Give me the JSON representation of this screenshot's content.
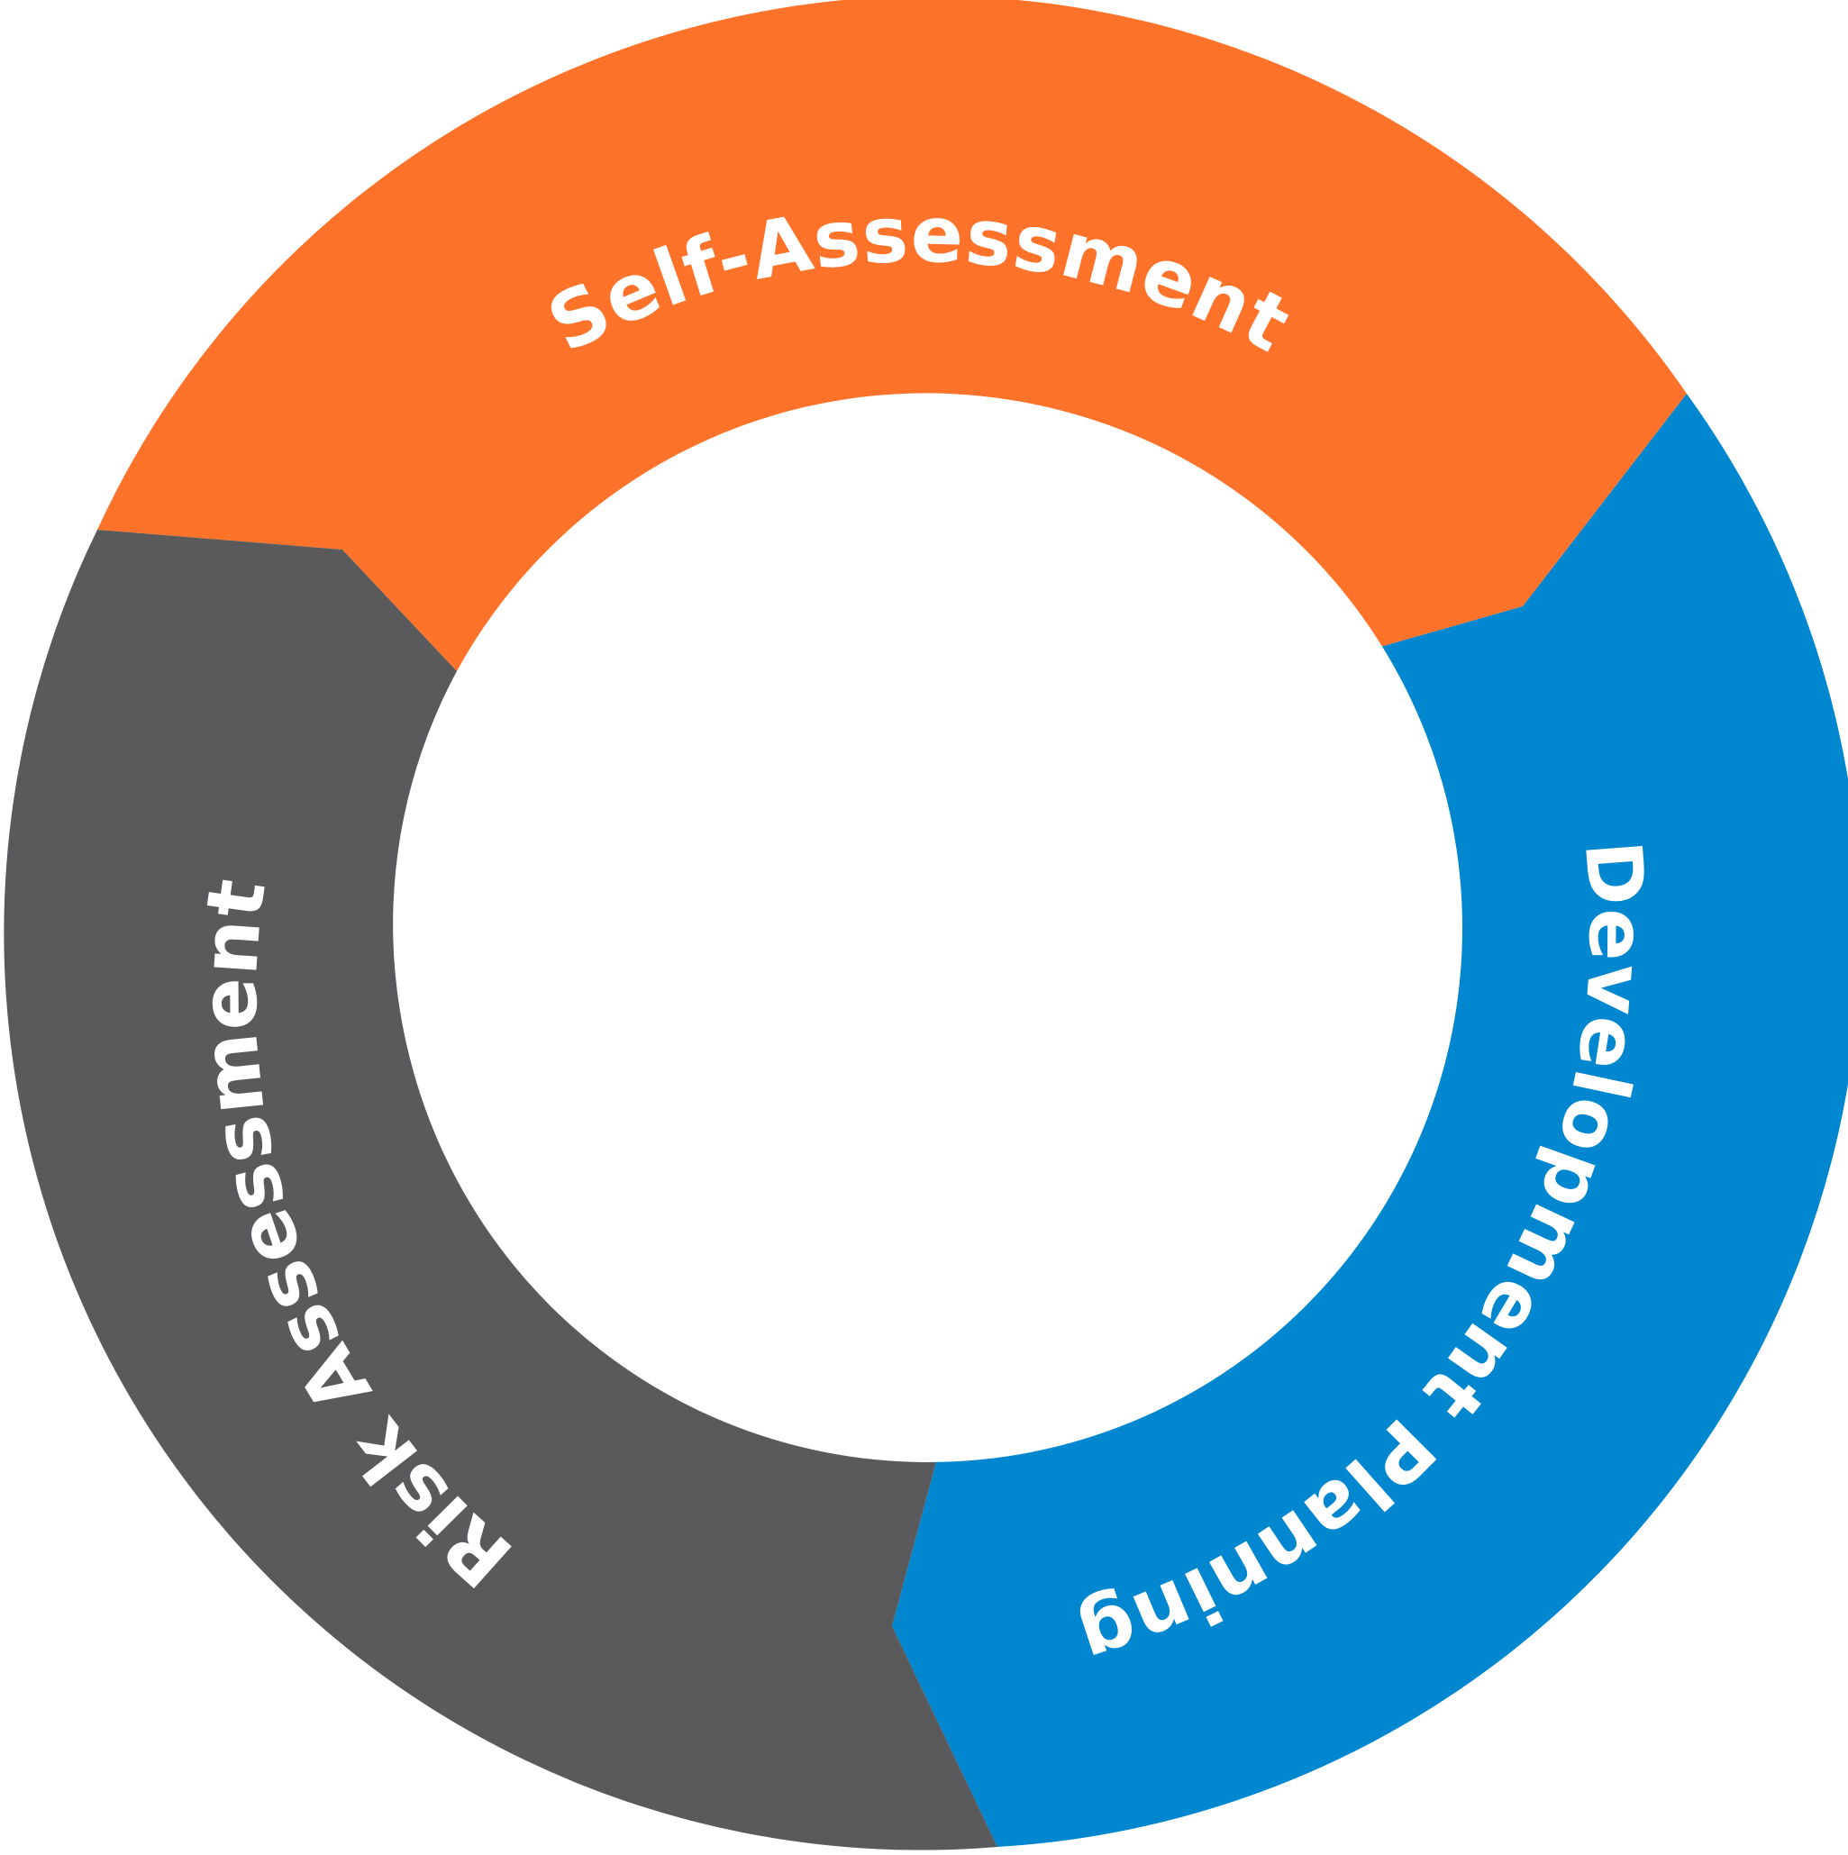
{
  "diagram": {
    "type": "cycle-ring",
    "segments": [
      {
        "id": "self-assessment",
        "label": "Self-Assessment",
        "color": "#FF7229"
      },
      {
        "id": "development-planning",
        "label": "Development Planning",
        "color": "#0087D0"
      },
      {
        "id": "risk-assessment",
        "label": "Risk Assessment",
        "color": "#5A5A5C"
      }
    ],
    "center_color": "#FFFFFF",
    "label_color": "#FFFFFF"
  }
}
